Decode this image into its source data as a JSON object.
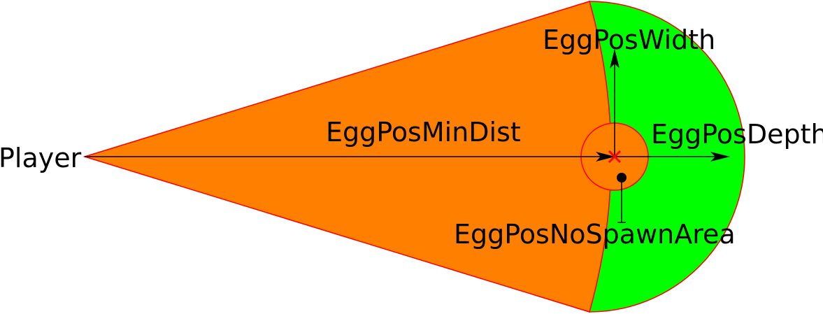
{
  "labels": {
    "player": "Player",
    "min_dist": "EggPosMinDist",
    "width": "EggPosWidth",
    "depth": "EggPosDepth",
    "no_spawn_area": "EggPosNoSpawnArea"
  },
  "colors": {
    "cone_fill": "#ff8000",
    "spawn_zone_fill": "#00ff00",
    "outline": "#ff0000",
    "arrow": "#000000",
    "center_marker": "#ff0000",
    "egg_dot": "#000000"
  },
  "icons": {
    "center_marker": "x-mark",
    "egg_marker": "dot"
  }
}
